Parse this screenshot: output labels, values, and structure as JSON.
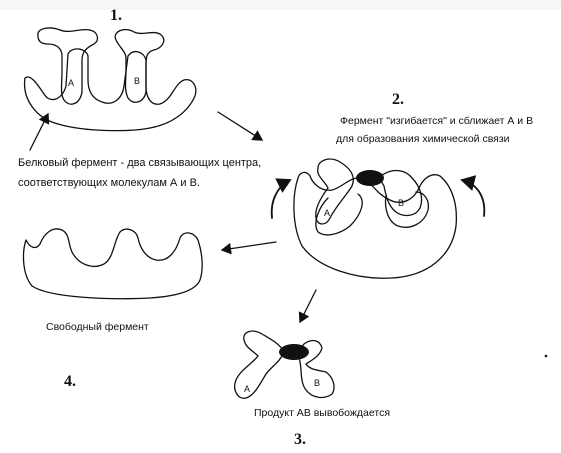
{
  "steps": {
    "s1": "1.",
    "s2": "2.",
    "s3": "3.",
    "s4": "4."
  },
  "labels": {
    "enzyme_desc_line1": "Белковый фермент - два связывающих центра,",
    "enzyme_desc_line2": "соответствующих молекулам А и В.",
    "bend_line1": "Фермент \"изгибается\" и сближает А и В",
    "bend_line2": "для образования химической связи",
    "free_enzyme": "Свободный фермент",
    "product_release": "Продукт АВ вывобождается"
  },
  "site_labels": {
    "a": "A",
    "b": "B"
  }
}
